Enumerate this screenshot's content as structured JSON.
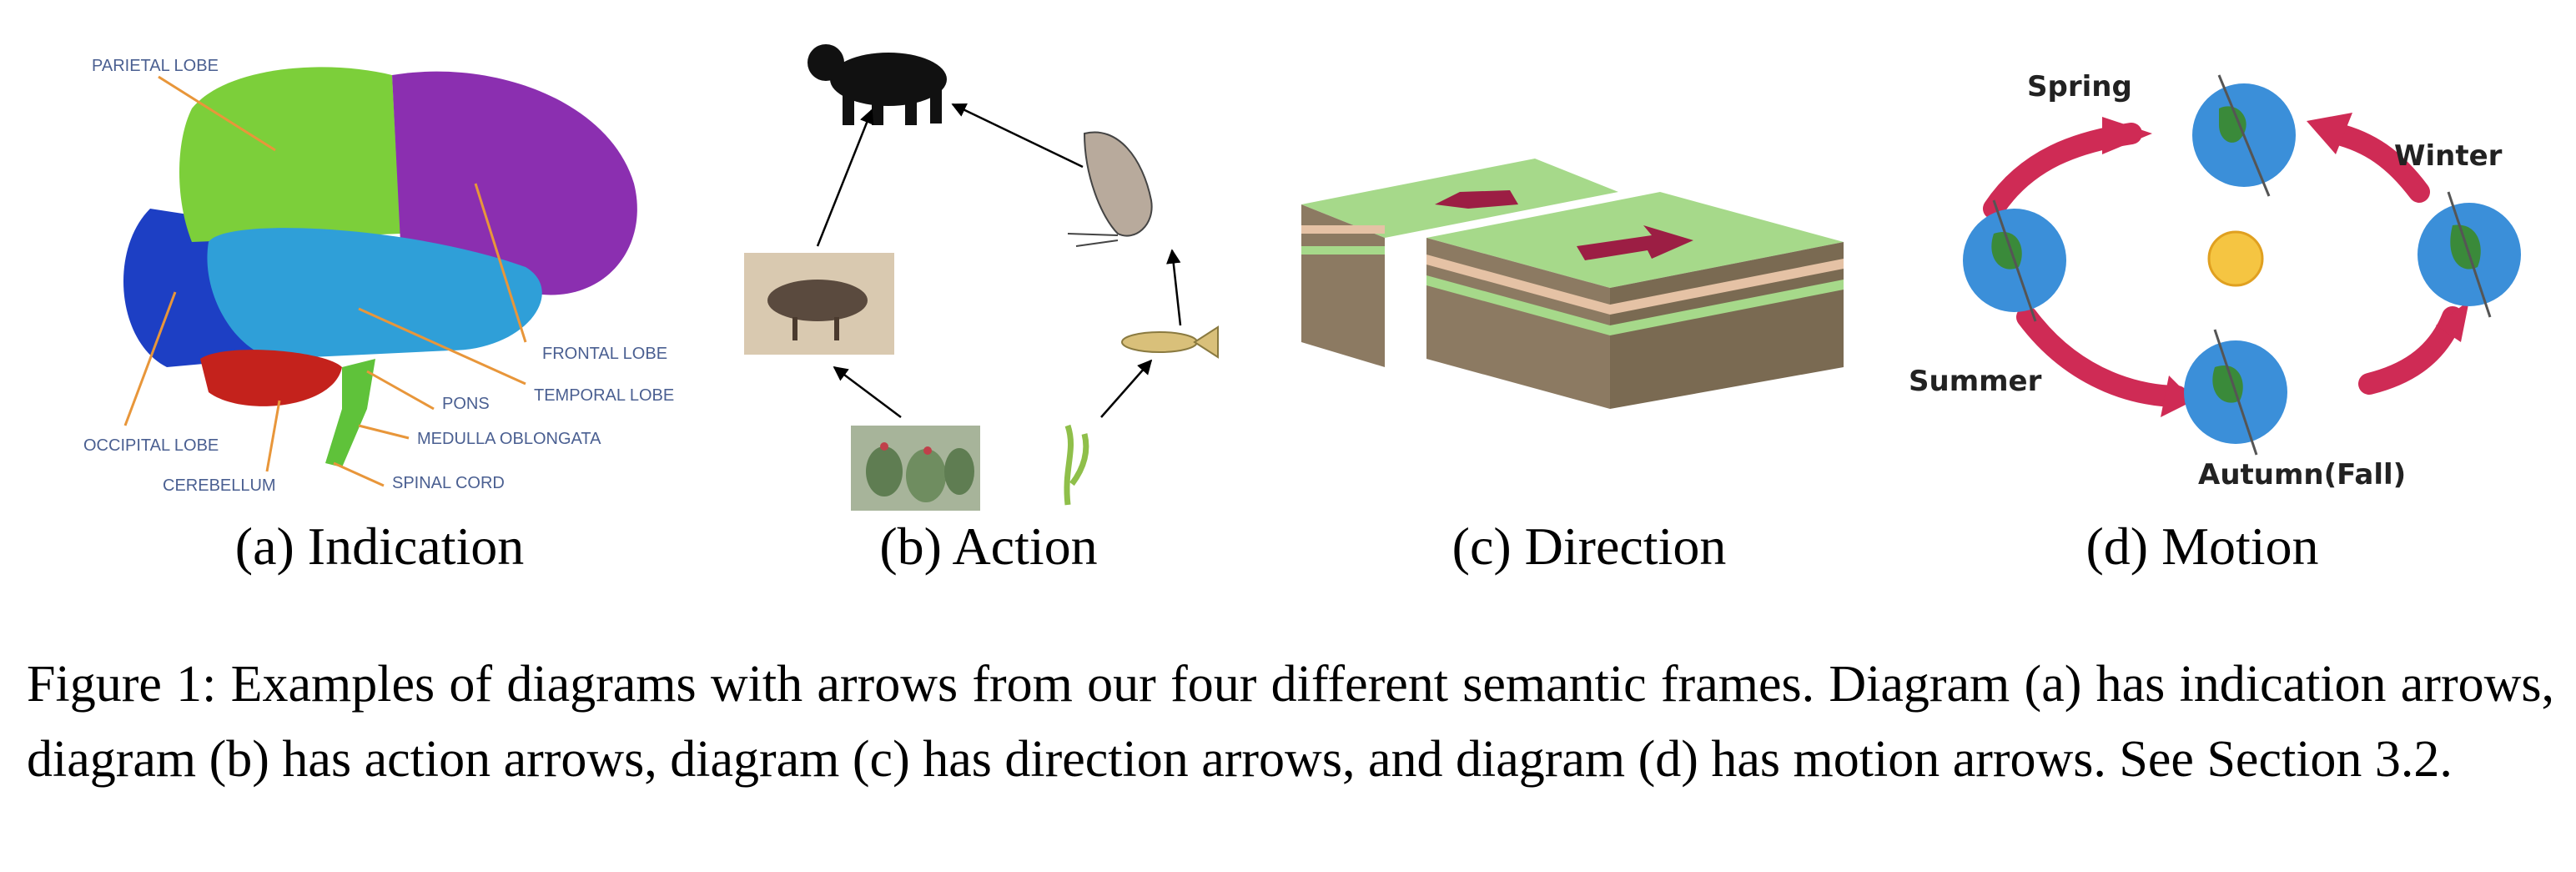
{
  "panels": {
    "a": {
      "subcaption": "(a) Indication",
      "labels": {
        "parietal": "PARIETAL LOBE",
        "frontal": "FRONTAL LOBE",
        "temporal": "TEMPORAL LOBE",
        "pons": "PONS",
        "medulla": "MEDULLA OBLONGATA",
        "spinal": "SPINAL CORD",
        "occipital": "OCCIPITAL LOBE",
        "cerebellum": "CEREBELLUM"
      }
    },
    "b": {
      "subcaption": "(b) Action"
    },
    "c": {
      "subcaption": "(c) Direction"
    },
    "d": {
      "subcaption": "(d) Motion",
      "labels": {
        "spring": "Spring",
        "winter": "Winter",
        "summer": "Summer",
        "autumn": "Autumn(Fall)"
      }
    }
  },
  "caption": "Figure 1: Examples of diagrams with arrows from our four different semantic frames. Diagram (a) has indication arrows, diagram (b) has action arrows, diagram (c) has direction arrows, and diagram (d) has motion arrows. See Section 3.2.",
  "colors": {
    "frontal": "#8b2fb0",
    "parietal": "#7ccf3a",
    "occipital": "#1d3fc4",
    "temporal": "#2f9fd8",
    "cerebellum": "#c4221c",
    "arrow_orange": "#e8963a",
    "motion_arrow": "#cf2b55",
    "direction_arrow": "#9c1e44",
    "land_green": "#a6d98a",
    "sun": "#f5c542"
  }
}
